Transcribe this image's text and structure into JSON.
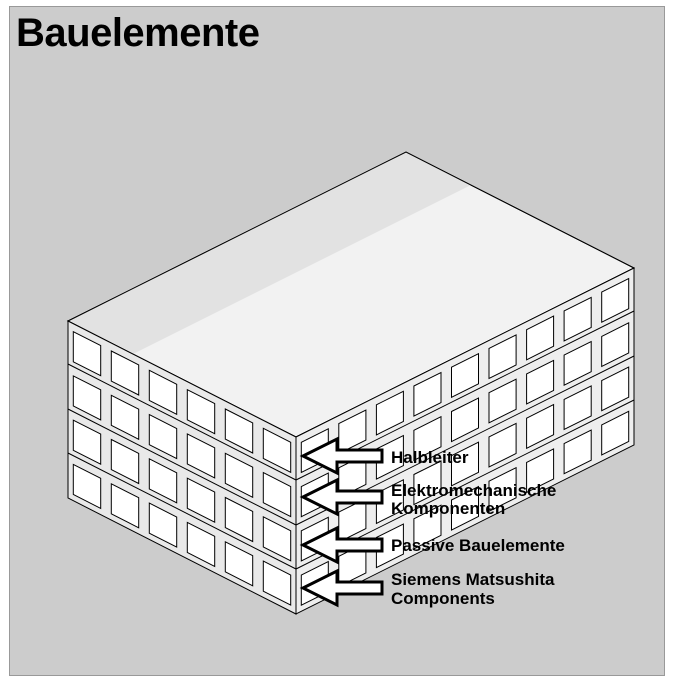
{
  "title": "Bauelemente",
  "labels": {
    "halbleiter": "Halbleiter",
    "elektromechanische_1": "Elektromechanische",
    "elektromechanische_2": "Komponenten",
    "passive": "Passive Bauelemente",
    "siemens_1": "Siemens Matsushita",
    "siemens_2": "Components"
  },
  "colors": {
    "background": "#cccccc",
    "top_face": "#efefef",
    "front_face": "#e6e6e6",
    "window": "#ffffff",
    "line": "#000000"
  }
}
